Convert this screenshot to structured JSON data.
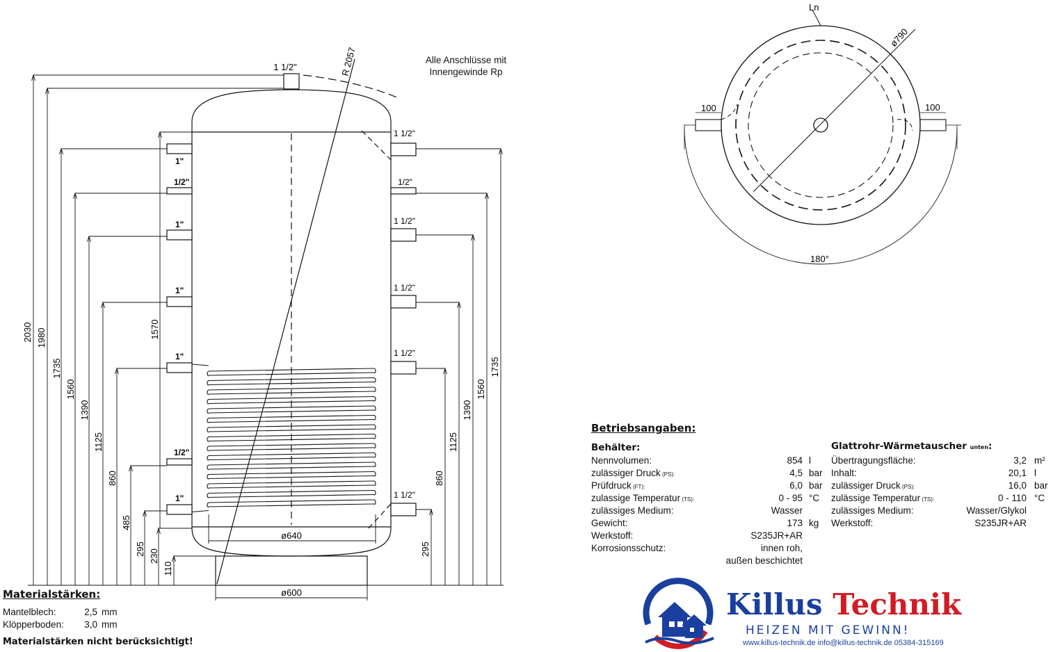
{
  "note": {
    "line1": "Alle Anschlüsse mit",
    "line2": "Innengewinde Rp"
  },
  "dims_left": [
    "2030",
    "1980",
    "1735",
    "1560",
    "1390",
    "1125",
    "860",
    "485",
    "295",
    "230",
    "110",
    "1570"
  ],
  "dims_right": [
    "1735",
    "1560",
    "1390",
    "1125",
    "860",
    "295"
  ],
  "connections_left": [
    "1\"",
    "1/2\"",
    "1\"",
    "1\"",
    "1\"",
    "1/2\"",
    "1\""
  ],
  "connections_right": [
    "1 1/2\"",
    "1/2\"",
    "1 1/2\"",
    "1 1/2\"",
    "1 1/2\"",
    "1 1/2\""
  ],
  "top_connection": "1 1/2\"",
  "radius_label": "R 2057",
  "diam_640": "ø640",
  "diam_600": "ø600",
  "top_view": {
    "ln": "Ln",
    "diameter": "ø790",
    "left_dim": "100",
    "right_dim": "100",
    "angle": "180°"
  },
  "material": {
    "title": "Materialstärken:",
    "rows": [
      {
        "label": "Mantelblech:",
        "value": "2,5",
        "unit": "mm"
      },
      {
        "label": "Klöpperboden:",
        "value": "3,0",
        "unit": "mm"
      }
    ],
    "footer": "Materialstärken nicht berücksichtigt!"
  },
  "betrieb": {
    "title": "Betriebsangaben:"
  },
  "behaelter": {
    "title": "Behälter:",
    "rows": [
      {
        "label": "Nennvolumen:",
        "sub": "",
        "value": "854",
        "unit": "l"
      },
      {
        "label": "zulässiger Druck",
        "sub": "(PS):",
        "value": "4,5",
        "unit": "bar"
      },
      {
        "label": "Prüfdruck",
        "sub": "(FT):",
        "value": "6,0",
        "unit": "bar"
      },
      {
        "label": "zulassige Temperatur",
        "sub": "(TS):",
        "value": "0 - 95",
        "unit": "°C"
      },
      {
        "label": "zulässiges Medium:",
        "sub": "",
        "value": "Wasser",
        "unit": ""
      },
      {
        "label": "Gewicht:",
        "sub": "",
        "value": "173",
        "unit": "kg"
      },
      {
        "label": "Werkstoff:",
        "sub": "",
        "value": "S235JR+AR",
        "unit": ""
      },
      {
        "label": "Korrosionsschutz:",
        "sub": "",
        "value": "innen roh,",
        "unit": ""
      },
      {
        "label": "",
        "sub": "",
        "value": "außen beschichtet",
        "unit": ""
      }
    ]
  },
  "waermetauscher": {
    "title": "Glattrohr-Wärmetauscher",
    "title_sub": "unten",
    "title_end": ":",
    "rows": [
      {
        "label": "Übertragungsfläche:",
        "sub": "",
        "value": "3,2",
        "unit": "m²"
      },
      {
        "label": "Inhalt:",
        "sub": "",
        "value": "20,1",
        "unit": "l"
      },
      {
        "label": "zulässiger Druck",
        "sub": "(PS):",
        "value": "16,0",
        "unit": "bar"
      },
      {
        "label": "zulässige Temperatur",
        "sub": "(TS):",
        "value": "0 - 110",
        "unit": "°C"
      },
      {
        "label": "zulässiges Medium:",
        "sub": "",
        "value": "Wasser/Glykol",
        "unit": ""
      },
      {
        "label": "Werkstoff:",
        "sub": "",
        "value": "S235JR+AR",
        "unit": ""
      }
    ]
  },
  "brand": {
    "name_part1": "Killus",
    "name_part2": "Technik",
    "slogan": "HEIZEN MIT GEWINN!",
    "contact": "www.killus-technik.de  info@killus-technik.de  05384-315169",
    "color_blue": "#1a3f9e",
    "color_red": "#d01c24"
  }
}
